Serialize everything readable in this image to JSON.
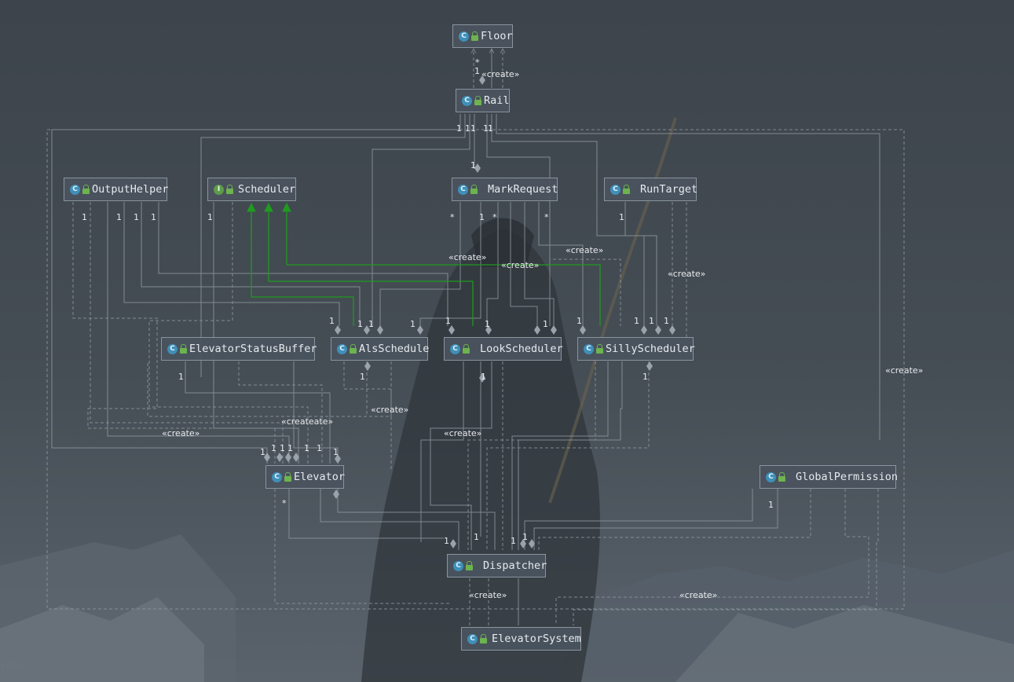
{
  "nodes": {
    "floor": "Floor",
    "rail": "Rail",
    "output_helper": "OutputHelper",
    "scheduler": "Scheduler",
    "mark_request": "MarkRequest",
    "run_target": "RunTarget",
    "elevator_status_buffer": "ElevatorStatusBuffer",
    "als_schedule": "AlsSchedule",
    "look_scheduler": "LookScheduler",
    "silly_scheduler": "SillyScheduler",
    "elevator": "Elevator",
    "global_permission": "GlobalPermission",
    "dispatcher": "Dispatcher",
    "elevator_system": "ElevatorSystem"
  },
  "icons": {
    "class_letter": "C",
    "interface_letter": "I",
    "class_icon_color": "#3f8fb8",
    "interface_icon_color": "#5e9b4b",
    "visibility_icon_color": "#6db34f",
    "realization_color": "#1f8f1f"
  },
  "edge_labels": {
    "create": "«create»",
    "create_overlap": "«createate»",
    "one": "1",
    "many": "*"
  },
  "watermark": "yFiles"
}
